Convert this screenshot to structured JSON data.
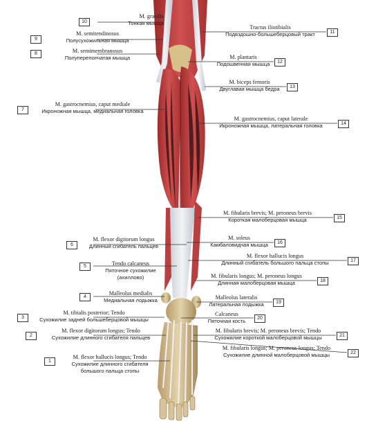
{
  "labels": [
    {
      "n": "1",
      "lat": "M. flexor hallucis longus; Tendo",
      "ru": "Сухожилие длинного сгибателя",
      "ru2": "большого пальца стопы"
    },
    {
      "n": "2",
      "lat": "M. flexor digitorum longus; Tendo",
      "ru": "Сухожилие длинного сгибателя пальцев"
    },
    {
      "n": "3",
      "lat": "M. tibialis posterior; Tendo",
      "ru": "Сухожилие задней большеберцовой мышцы"
    },
    {
      "n": "4",
      "lat": "Malleolus medialis",
      "ru": "Медиальная лодыжка"
    },
    {
      "n": "5",
      "lat": "Tendo calcaneus",
      "ru": "Пяточное сухожилие",
      "ru2": "(ахиллово)"
    },
    {
      "n": "6",
      "lat": "M. flexor digitorum longus",
      "ru": "Длинный сгибатель пальцев"
    },
    {
      "n": "7",
      "lat": "M. gastrocnemius, caput mediale",
      "ru": "Икроножная мышца, медиальная головка"
    },
    {
      "n": "8",
      "lat": "M. semimembranosus",
      "ru": "Полуперепончатая мышца"
    },
    {
      "n": "9",
      "lat": "M. semitendinosus",
      "ru": "Полусухожильная мышца"
    },
    {
      "n": "10",
      "lat": "M. gracilis",
      "ru": "Тонкая мышца"
    },
    {
      "n": "11",
      "lat": "Tractus iliotibialis",
      "ru": "Подвздошно-большеберцовый тракт"
    },
    {
      "n": "12",
      "lat": "M. plantaris",
      "ru": "Подошвенная мышца"
    },
    {
      "n": "13",
      "lat": "M. biceps femoris",
      "ru": "Двуглавая мышца бедра"
    },
    {
      "n": "14",
      "lat": "M. gastrocnemius, caput laterale",
      "ru": "Икроножная мышца, латеральная головка"
    },
    {
      "n": "15",
      "lat": "M. fibularis brevis; M. peroneus brevis",
      "ru": "Короткая малоберцовая мышца"
    },
    {
      "n": "16",
      "lat": "M. soleus",
      "ru": "Камбаловидная мышца"
    },
    {
      "n": "17",
      "lat": "M. flexor hallucis longus",
      "ru": "Длинный сгибатель большого пальца стопы"
    },
    {
      "n": "18",
      "lat": "M. fibularis longus; M. peroneus longus",
      "ru": "Длинная малоберцовая мышца"
    },
    {
      "n": "19",
      "lat": "Malleolus lateralis",
      "ru": "Латеральная лодыжка"
    },
    {
      "n": "20",
      "lat": "Calcaneus",
      "ru": "Пяточная кость"
    },
    {
      "n": "21",
      "lat": "M. fibularis brevis; M. peroneus brevis; Tendo",
      "ru": "Сухожилие короткой малоберцовой мышцы"
    },
    {
      "n": "22",
      "lat": "M. fibularis longus; M. peroneus longus; Tendo",
      "ru": "Сухожилие длинной малоберцовой мышцы"
    }
  ]
}
